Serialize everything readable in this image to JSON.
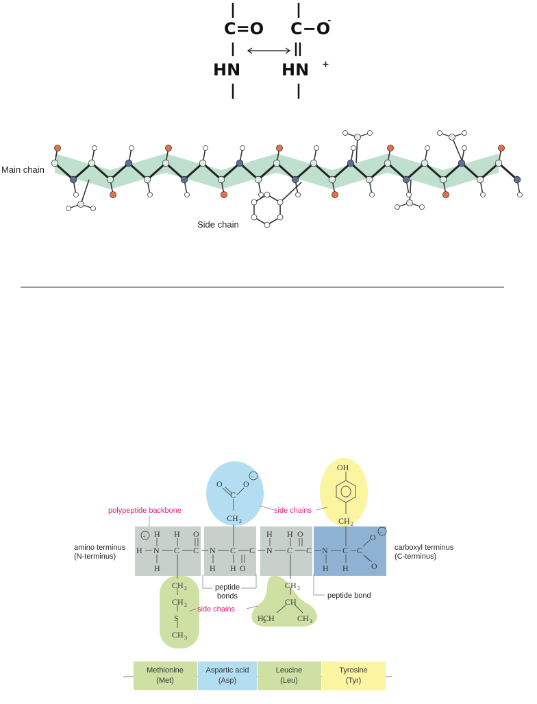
{
  "resonance": {
    "left_top": "C=O",
    "left_bottom": "HN",
    "right_top": "C−O",
    "right_top_charge": "-",
    "right_bottom": "HN",
    "right_bottom_charge": "+"
  },
  "ballstick": {
    "main_chain_label": "Main chain",
    "side_chain_label": "Side chain",
    "colors": {
      "band": "#a9d6bd",
      "carbon": "#dfeee4",
      "nitrogen": "#5a7194",
      "oxygen": "#e8714a",
      "hydrogen": "#ffffff"
    }
  },
  "peptide": {
    "polypeptide_backbone": "polypeptide backbone",
    "side_chains_top": "side chains",
    "side_chains_bottom": "side chains",
    "amino_terminus": "amino terminus",
    "n_terminus": "(N-terminus)",
    "carboxyl_terminus": "carboxyl terminus",
    "c_terminus": "(C-terminus)",
    "peptide_bonds": "peptide",
    "peptide_bonds_2": "bonds",
    "peptide_bond": "peptide bond",
    "atoms": {
      "H": "H",
      "N": "N",
      "C": "C",
      "O": "O",
      "S": "S",
      "OH": "OH",
      "CH": "CH",
      "CH2": "CH",
      "CH3": "CH",
      "sub2": "2",
      "sub3": "3",
      "plus": "+",
      "minus": "−"
    },
    "colors": {
      "gray": "#c8d0cc",
      "blue": "#b3def2",
      "darkblue": "#8fb4d3",
      "green": "#cfe0a4",
      "yellow": "#fbf4a0",
      "pink": "#e0197a"
    }
  },
  "residues": [
    {
      "name": "Methionine",
      "abbr": "(Met)"
    },
    {
      "name": "Aspartic acid",
      "abbr": "(Asp)"
    },
    {
      "name": "Leucine",
      "abbr": "(Leu)"
    },
    {
      "name": "Tyrosine",
      "abbr": "(Tyr)"
    }
  ]
}
